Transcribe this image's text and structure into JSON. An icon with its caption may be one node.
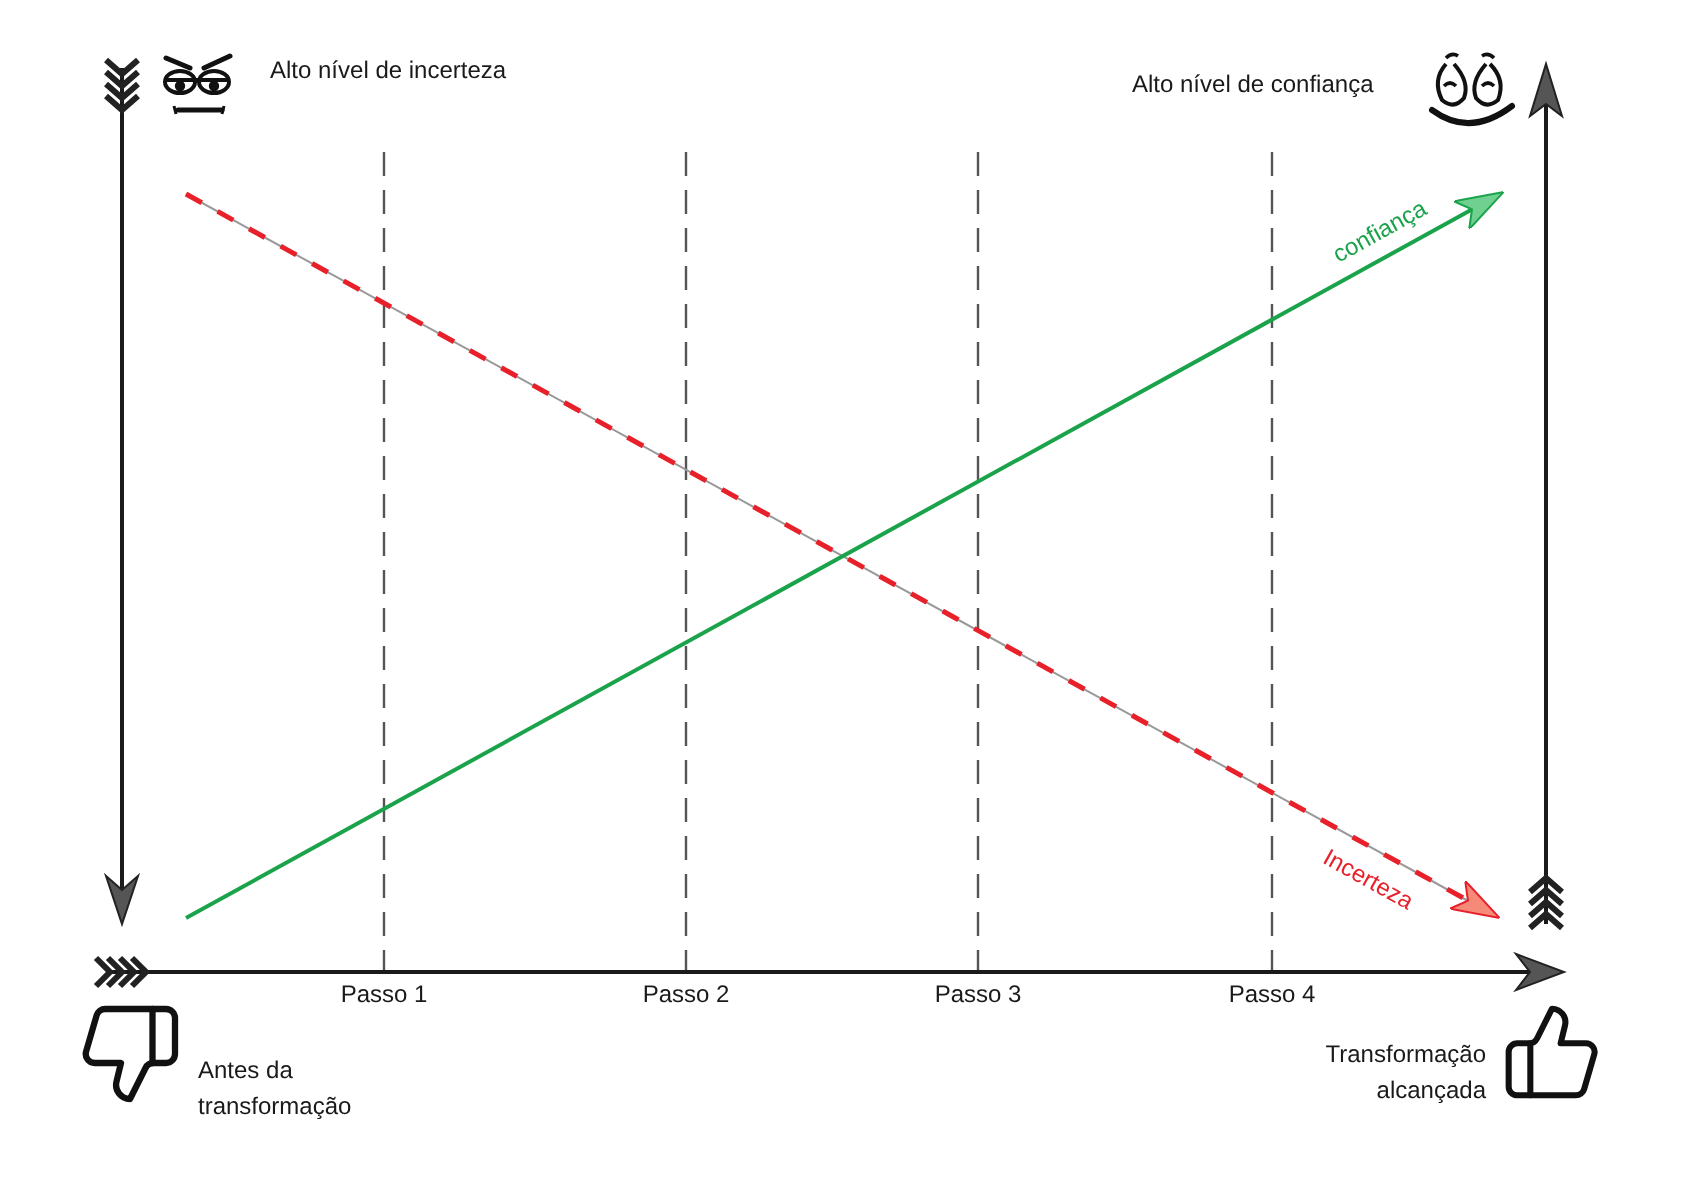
{
  "diagram": {
    "labels": [
      "Alto nível de incerteza",
      "Alto nível de confiança",
      "confiança",
      "Incerteza",
      "Passo 1",
      "Passo 2",
      "Passo 3",
      "Passo 4",
      "Antes da transformação",
      "Transformação alcançada"
    ]
  }
}
